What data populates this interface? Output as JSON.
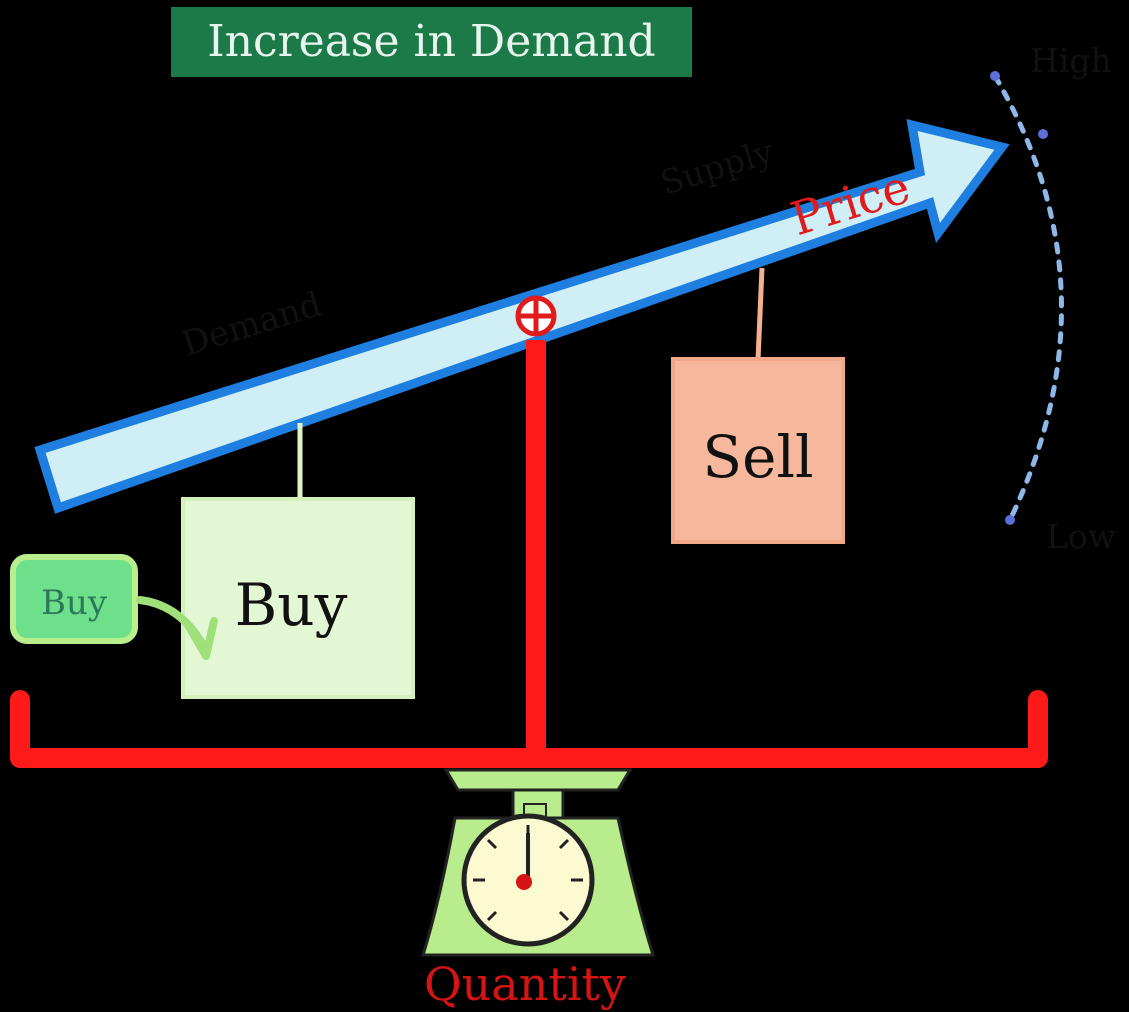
{
  "title": "Increase in Demand",
  "beam": {
    "demand_label": "Demand",
    "supply_label": "Supply",
    "price_label": "Price"
  },
  "boxes": {
    "buy": "Buy",
    "sell": "Sell",
    "buy_tag": "Buy"
  },
  "range": {
    "high": "High",
    "low": "Low"
  },
  "scale_label": "Quantity",
  "colors": {
    "title_bg": "#1b7a48",
    "beam_fill": "#cfeef6",
    "beam_stroke": "#1e7fe0",
    "price": "#e01b1b",
    "stand": "#ff1a1a",
    "buy_box": "#e3f7d4",
    "sell_box": "#f6b79c",
    "scale": "#b8ec8c"
  }
}
